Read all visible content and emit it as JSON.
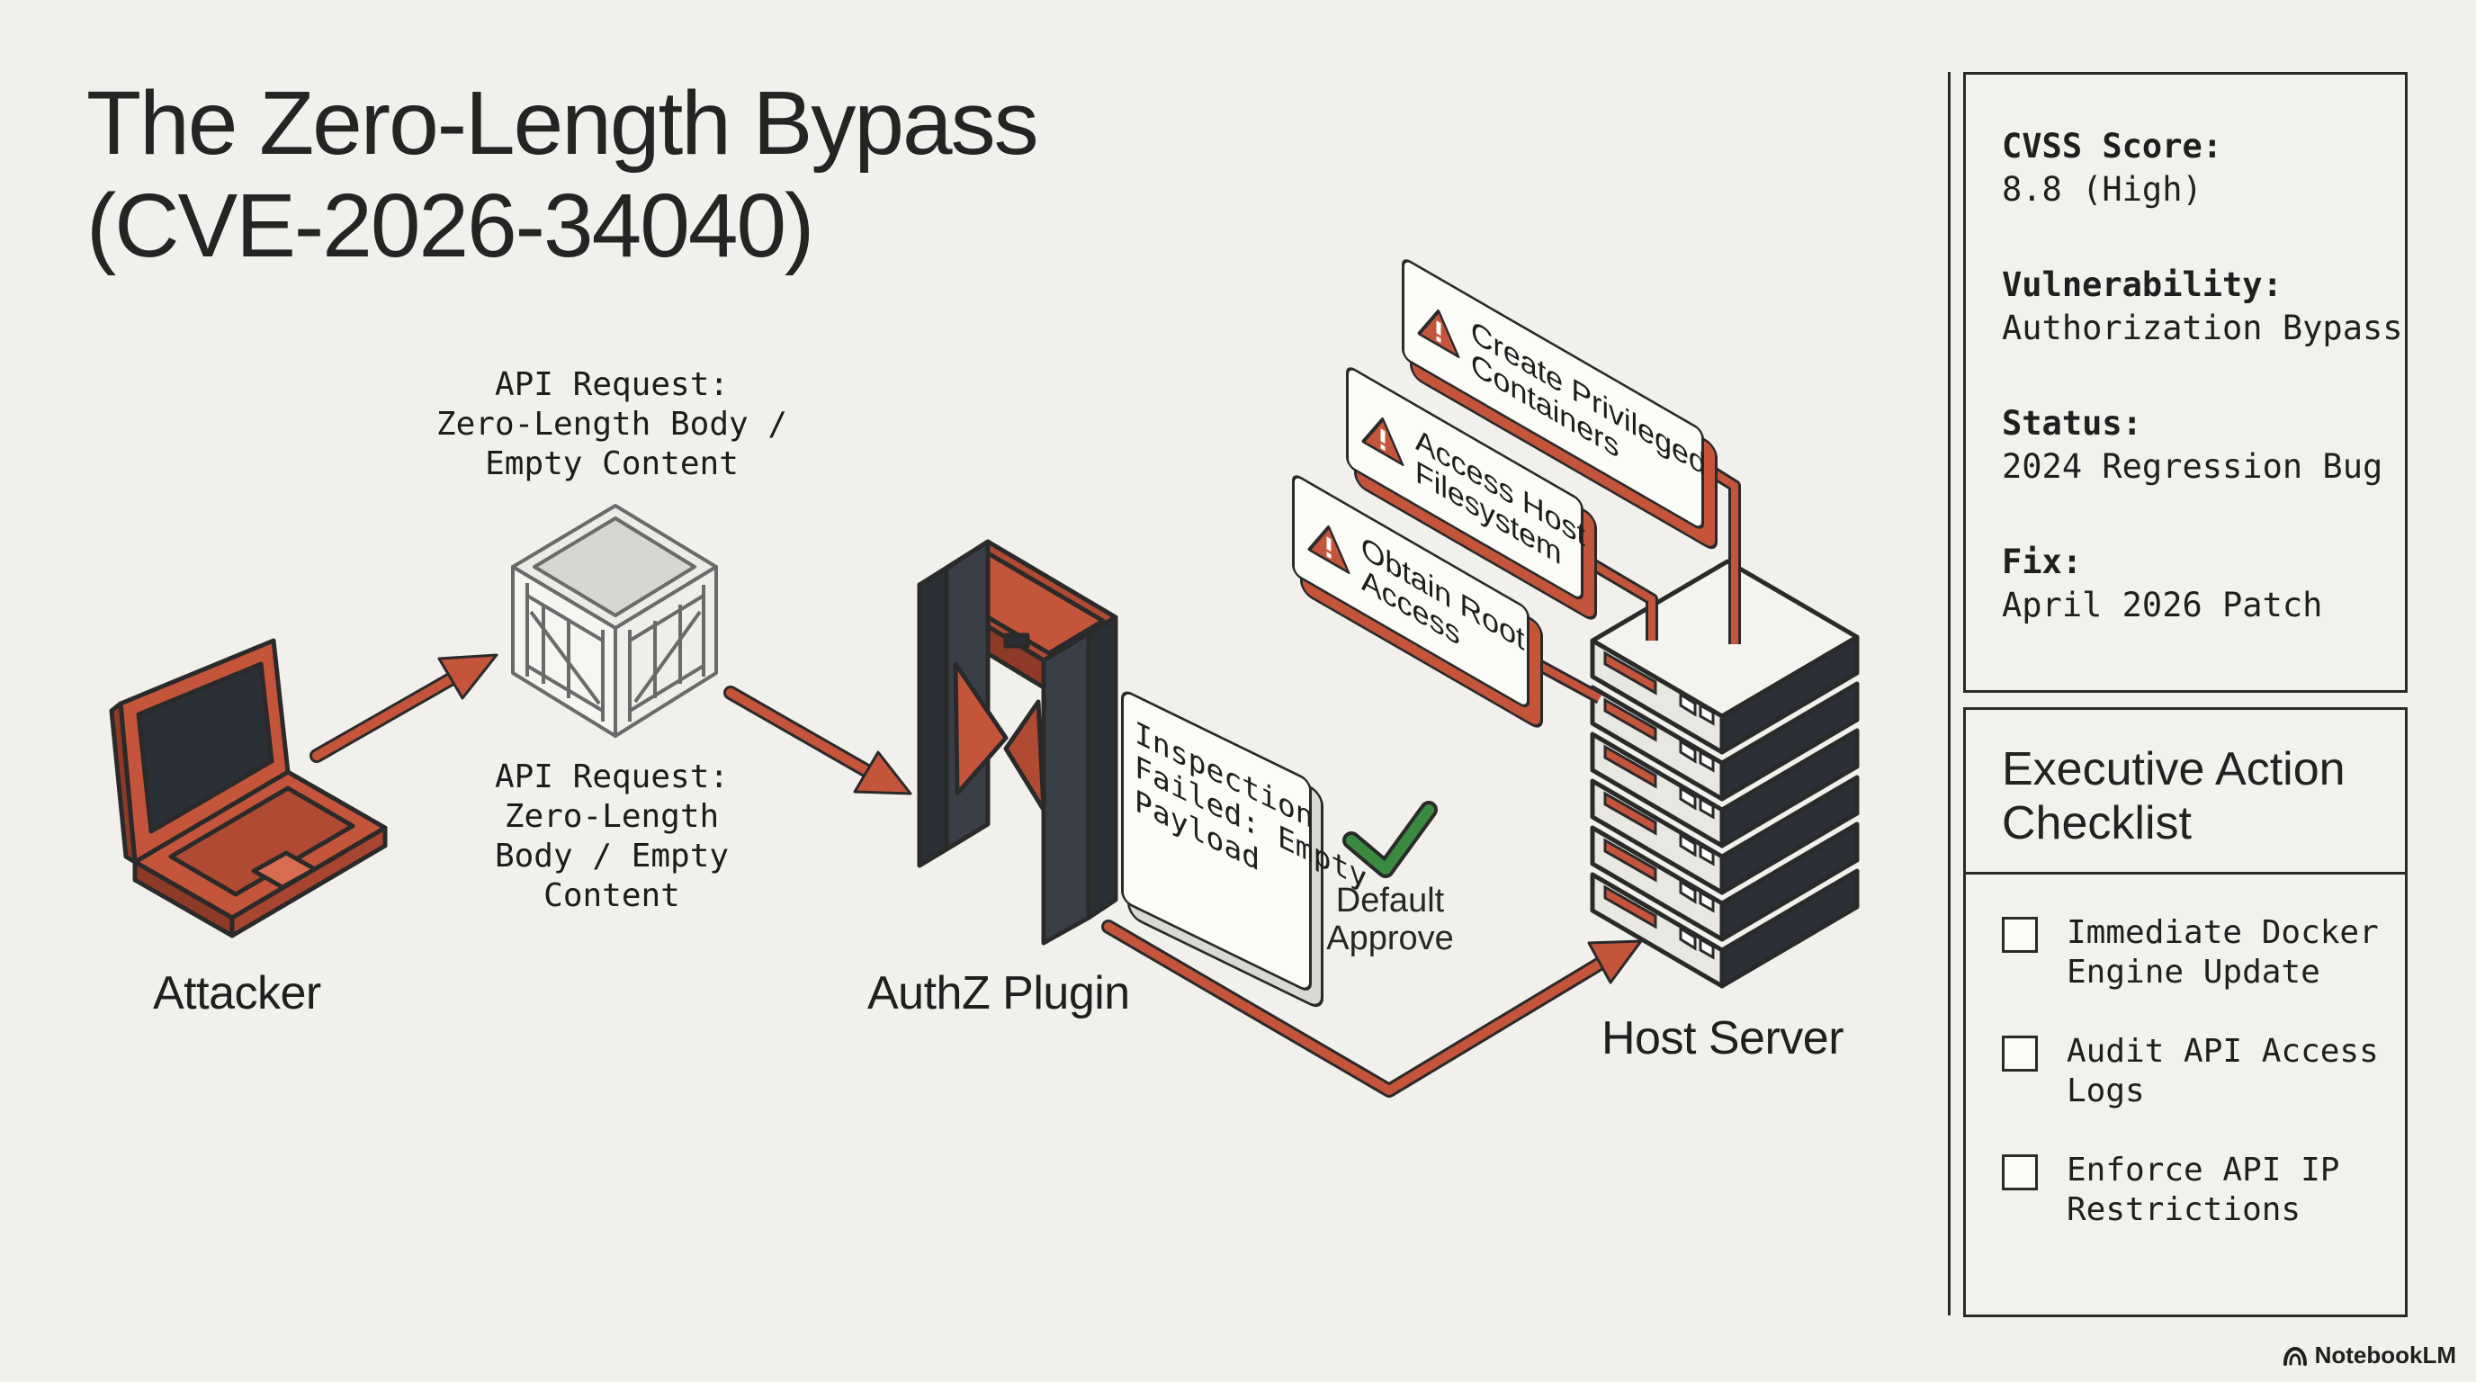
{
  "title": {
    "line1": "The Zero-Length Bypass",
    "line2": "(CVE-2026-34040)"
  },
  "diagram": {
    "request_label_top": [
      "API Request:",
      "Zero-Length Body /",
      "Empty Content"
    ],
    "request_label_bottom": [
      "API Request:",
      "Zero-Length",
      "Body / Empty",
      "Content"
    ],
    "attacker_label": "Attacker",
    "authz_label": "AuthZ Plugin",
    "host_label": "Host Server",
    "inspection_note": [
      "Inspection",
      "Failed: Empty",
      "Payload"
    ],
    "default_approve": [
      "Default",
      "Approve"
    ],
    "actions": [
      {
        "lines": [
          "Create Privileged",
          "Containers"
        ]
      },
      {
        "lines": [
          "Access Host",
          "Filesystem"
        ]
      },
      {
        "lines": [
          "Obtain Root",
          "Access"
        ]
      }
    ],
    "colors": {
      "accent": "#c4553a",
      "check": "#3a8a3f",
      "ink": "#2a2a2a",
      "background": "#f1f0ec"
    }
  },
  "info_panel": {
    "items": [
      {
        "label": "CVSS Score:",
        "value": "8.8 (High)"
      },
      {
        "label": "Vulnerability:",
        "value": "Authorization Bypass"
      },
      {
        "label": "Status:",
        "value": "2024 Regression Bug"
      },
      {
        "label": "Fix:",
        "value": "April 2026 Patch"
      }
    ]
  },
  "checklist": {
    "title": [
      "Executive Action",
      "Checklist"
    ],
    "items": [
      {
        "lines": [
          "Immediate Docker",
          "Engine Update"
        ],
        "checked": false
      },
      {
        "lines": [
          "Audit API Access",
          "Logs"
        ],
        "checked": false
      },
      {
        "lines": [
          "Enforce API IP",
          "Restrictions"
        ],
        "checked": false
      }
    ]
  },
  "brand": "NotebookLM"
}
